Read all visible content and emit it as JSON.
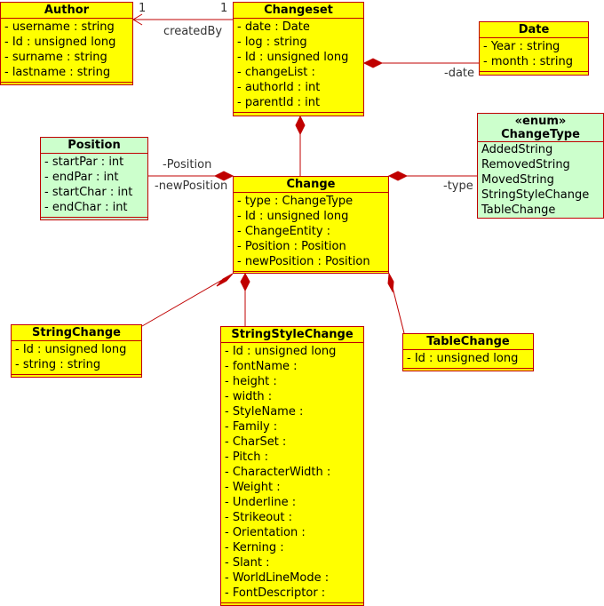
{
  "colors": {
    "line": "#c00000",
    "class_fill": "#ffff00",
    "enum_fill": "#ccffcc"
  },
  "classes": {
    "author": {
      "name": "Author",
      "attributes": [
        "- username : string",
        "- Id : unsigned long",
        "- surname : string",
        "- lastname : string"
      ]
    },
    "changeset": {
      "name": "Changeset",
      "attributes": [
        "- date : Date",
        "- log : string",
        "- Id : unsigned long",
        "- changeList :",
        "- authorId : int",
        "- parentId : int"
      ]
    },
    "date": {
      "name": "Date",
      "attributes": [
        "- Year : string",
        "- month : string"
      ]
    },
    "position": {
      "name": "Position",
      "attributes": [
        "- startPar : int",
        "- endPar : int",
        "- startChar : int",
        "- endChar : int"
      ]
    },
    "change": {
      "name": "Change",
      "attributes": [
        "- type : ChangeType",
        "- Id : unsigned long",
        "- ChangeEntity :",
        "- Position : Position",
        "- newPosition : Position"
      ]
    },
    "changetype": {
      "stereotype": "«enum»",
      "name": "ChangeType",
      "literals": [
        "AddedString",
        "RemovedString",
        "MovedString",
        "StringStyleChange",
        "TableChange"
      ]
    },
    "stringchange": {
      "name": "StringChange",
      "attributes": [
        "- Id : unsigned long",
        "- string : string"
      ]
    },
    "stringstylechange": {
      "name": "StringStyleChange",
      "attributes": [
        "- Id : unsigned long",
        "- fontName :",
        "- height :",
        "- width :",
        "- StyleName :",
        "- Family :",
        "- CharSet :",
        "- Pitch :",
        "- CharacterWidth :",
        "- Weight :",
        "- Underline :",
        "- Strikeout :",
        "- Orientation :",
        "- Kerning :",
        "- Slant :",
        "- WorldLineMode :",
        "- FontDescriptor :"
      ]
    },
    "tablechange": {
      "name": "TableChange",
      "attributes": [
        "- Id : unsigned long"
      ]
    }
  },
  "labels": {
    "author_mult": "1",
    "changeset_mult": "1",
    "created_by": "createdBy",
    "date_role": "-date",
    "position_role": "-Position",
    "new_position_role": "-newPosition",
    "type_role": "-type"
  }
}
